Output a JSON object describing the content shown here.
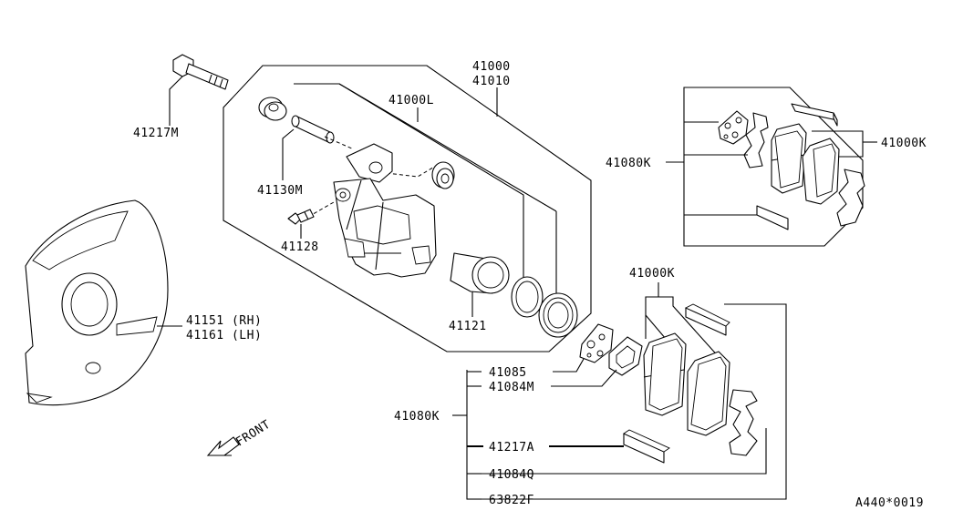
{
  "labels": {
    "caliper_assembly": "41000",
    "caliper_assembly_alt": "41010",
    "caliper_sub": "41000L",
    "bolt": "41217M",
    "pin": "41130M",
    "bleeder": "41128",
    "baffle_rh": "41151 (RH)",
    "baffle_lh": "41161 (LH)",
    "piston": "41121",
    "upper_pad_kit": "41000K",
    "upper_hardware_kit": "41080K",
    "lower_pad_kit": "41000K",
    "lower_hardware_kit": "41080K",
    "shim_a": "41085",
    "shim_b": "41084M",
    "clip": "41217A",
    "spring": "41084Q",
    "grease": "63822F",
    "front": "FRONT",
    "code": "A440*0019"
  }
}
